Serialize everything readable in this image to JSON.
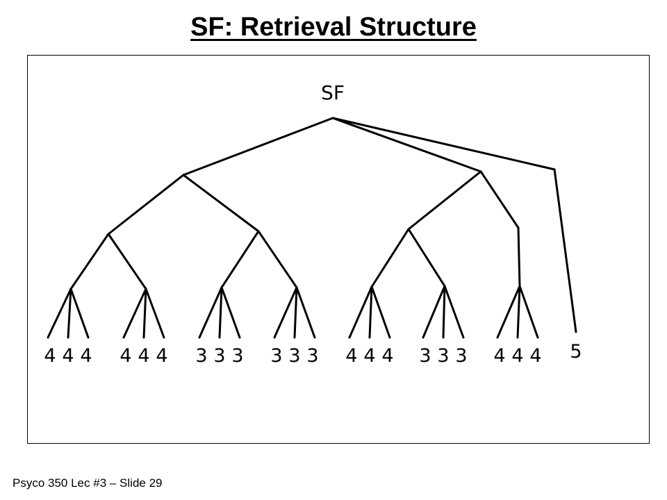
{
  "slide": {
    "title": "SF: Retrieval Structure",
    "footer": "Psyco 350 Lec #3 – Slide 29"
  },
  "diagram": {
    "root_label": "SF",
    "groups": [
      {
        "digits": [
          "4",
          "4",
          "4"
        ]
      },
      {
        "digits": [
          "4",
          "4",
          "4"
        ]
      },
      {
        "digits": [
          "3",
          "3",
          "3"
        ]
      },
      {
        "digits": [
          "3",
          "3",
          "3"
        ]
      },
      {
        "digits": [
          "4",
          "4",
          "4"
        ]
      },
      {
        "digits": [
          "3",
          "3",
          "3"
        ]
      },
      {
        "digits": [
          "4",
          "4",
          "4"
        ]
      },
      {
        "digits": [
          "5"
        ]
      }
    ],
    "colors": {
      "ink": "#000000",
      "background": "#ffffff"
    }
  }
}
